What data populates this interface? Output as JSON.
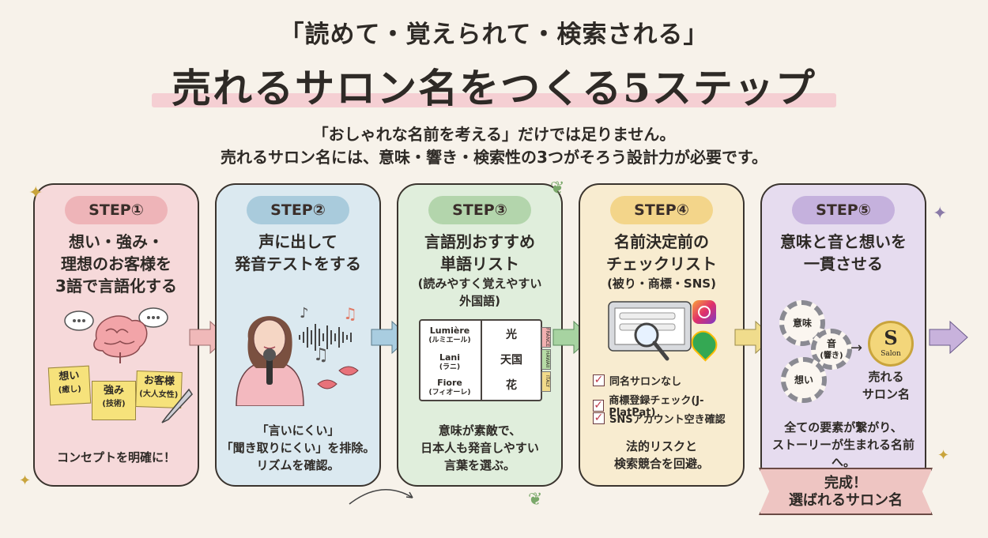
{
  "header": {
    "tagline": "「読めて・覚えられて・検索される」",
    "title": "売れるサロン名をつくる5ステップ",
    "subtitle_1": "「おしゃれな名前を考える」だけでは足りません。",
    "subtitle_2": "売れるサロン名には、意味・響き・検索性の3つがそろう設計力が必要です。"
  },
  "steps": [
    {
      "label": "STEP①",
      "title": [
        "想い・強み・",
        "理想のお客様を",
        "3語で言語化する"
      ],
      "notes": [
        {
          "main": "想い",
          "sub": "(癒し)"
        },
        {
          "main": "強み",
          "sub": "(技術)"
        },
        {
          "main": "お客様",
          "sub": "(大人女性)"
        }
      ],
      "bottom": [
        "コンセプトを明確に！"
      ],
      "color": "#f6d9da",
      "pill": "#eeb4b8"
    },
    {
      "label": "STEP②",
      "title": [
        "声に出して",
        "発音テストをする"
      ],
      "bottom": [
        "「言いにくい」",
        "「聞き取りにくい」を排除。",
        "リズムを確認。"
      ],
      "color": "#dbe9f0",
      "pill": "#a9cbdc"
    },
    {
      "label": "STEP③",
      "title": [
        "言語別おすすめ",
        "単語リスト"
      ],
      "note": [
        "(読みやすく覚えやすい",
        "外国語)"
      ],
      "book_left": [
        {
          "word": "Lumière",
          "kana": "(ルミエール)"
        },
        {
          "word": "Lani",
          "kana": "(ラニ)"
        },
        {
          "word": "Fiore",
          "kana": "(フィオーレ)"
        }
      ],
      "book_right": [
        "光",
        "天国",
        "花"
      ],
      "tabs": [
        "FRANCE",
        "HAWAII",
        "ITALY"
      ],
      "bottom": [
        "意味が素敵で、",
        "日本人も発音しやすい",
        "言葉を選ぶ。"
      ],
      "color": "#e0eedc",
      "pill": "#b3d5ac"
    },
    {
      "label": "STEP④",
      "title": [
        "名前決定前の",
        "チェックリスト"
      ],
      "note": [
        "(被り・商標・SNS)"
      ],
      "checks": [
        "同名サロンなし",
        "商標登録チェック(J-PlatPat)",
        "SNSアカウント空き確認"
      ],
      "bottom": [
        "法的リスクと",
        "検索競合を回避。"
      ],
      "color": "#f8ecd0",
      "pill": "#f3d58a"
    },
    {
      "label": "STEP⑤",
      "title": [
        "意味と音と想いを",
        "一貫させる"
      ],
      "gears": [
        "意味",
        "音",
        "(響き)",
        "想い"
      ],
      "badge": "S",
      "badge_sub": "Salon",
      "result": [
        "売れる",
        "サロン名"
      ],
      "bottom": [
        "全ての要素が繋がり、",
        "ストーリーが生まれる名前へ。"
      ],
      "color": "#e6dcef",
      "pill": "#c5b1dd"
    }
  ],
  "ribbon": [
    "完成！",
    "選ばれるサロン名"
  ],
  "colors": {
    "arrow1": "#f0b9b9",
    "arrow2": "#a9cde0",
    "arrow3": "#a7d3a1",
    "arrow4": "#f0dc8c",
    "arrow5": "#c8b2dc"
  }
}
